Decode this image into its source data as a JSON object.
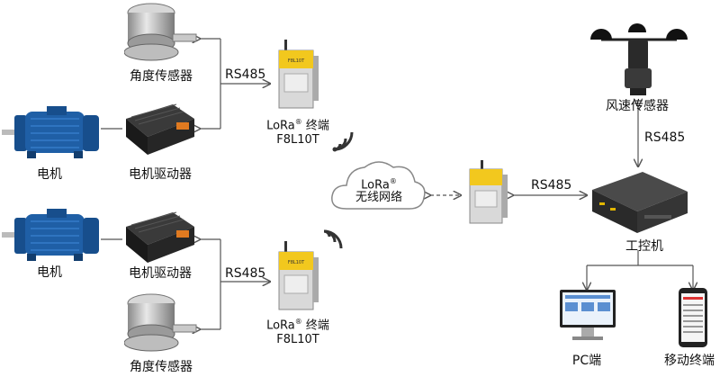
{
  "labels": {
    "angle_sensor_top": "角度传感器",
    "angle_sensor_bottom": "角度传感器",
    "motor_top": "电机",
    "motor_bottom": "电机",
    "driver_top": "电机驱动器",
    "driver_bottom": "电机驱动器",
    "rs485_top": "RS485",
    "rs485_bottom": "RS485",
    "rs485_center": "RS485",
    "rs485_right": "RS485",
    "wind_sensor": "风速传感器",
    "ipc": "工控机",
    "pc": "PC端",
    "mobile": "移动终端"
  },
  "terminal_top": {
    "line1": "LoRa",
    "reg": "®",
    "line1b": " 终端",
    "line2": "F8L10T"
  },
  "terminal_bottom": {
    "line1": "LoRa",
    "reg": "®",
    "line1b": " 终端",
    "line2": "F8L10T"
  },
  "cloud": {
    "line1": "LoRa",
    "reg": "®",
    "line2": "无线网络"
  },
  "device_label": "F8L10T",
  "colors": {
    "motor": "#1f5fa6",
    "modem_yellow": "#f2c81e",
    "driver": "#262626",
    "arrow": "#555555"
  }
}
